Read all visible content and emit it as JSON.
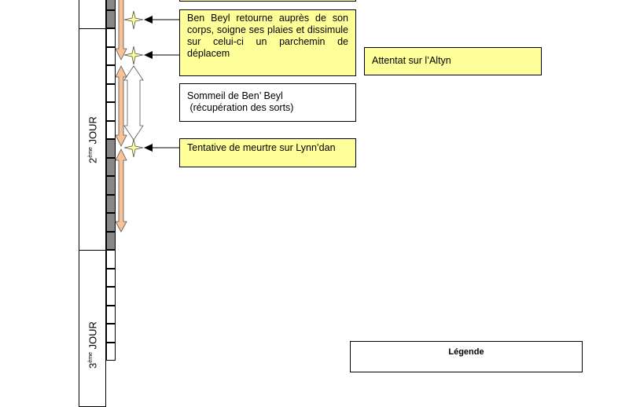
{
  "days": [
    {
      "ordinal": "2",
      "suffix": "ème",
      "label": "JOUR"
    },
    {
      "ordinal": "3",
      "suffix": "ème",
      "label": "JOUR"
    }
  ],
  "events": [
    {
      "text": "Ben Beyl retourne auprès de son corps, soigne ses plaies et dissimule sur celui-ci un parchemin de déplacem"
    },
    {
      "text": "Sommeil de Ben’ Beyl\n (récupération des sorts)"
    },
    {
      "text": "Tentative de meurtre sur Lynn’dan"
    }
  ],
  "side_event": {
    "text": "Attentat sur l’Altyn"
  },
  "legend": {
    "title": "Légende"
  },
  "colors": {
    "event": "#ffff99",
    "orange": "#f7c396",
    "gray": "#888888"
  }
}
